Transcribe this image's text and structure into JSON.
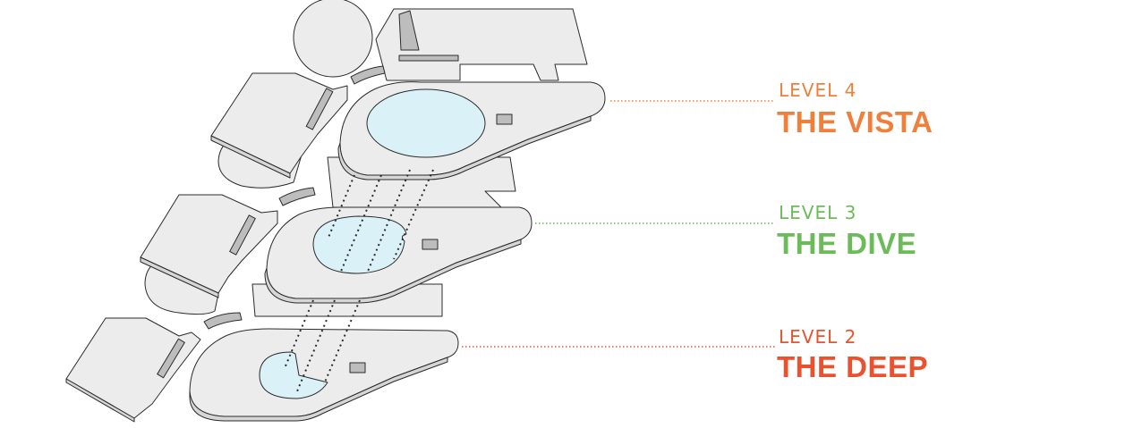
{
  "levels": [
    {
      "label": "LEVEL 4",
      "name": "THE VISTA",
      "color": "#f07f3c"
    },
    {
      "label": "LEVEL 3",
      "name": "THE DIVE",
      "color": "#6cbb5a"
    },
    {
      "label": "LEVEL 2",
      "name": "THE DEEP",
      "color": "#e8522f"
    }
  ],
  "colors": {
    "floor": "#ececec",
    "floor_edge": "#d6d6d6",
    "outline": "#2b2b2b",
    "pool": "#d9f1f7",
    "accent_block": "#bdbdbd"
  }
}
